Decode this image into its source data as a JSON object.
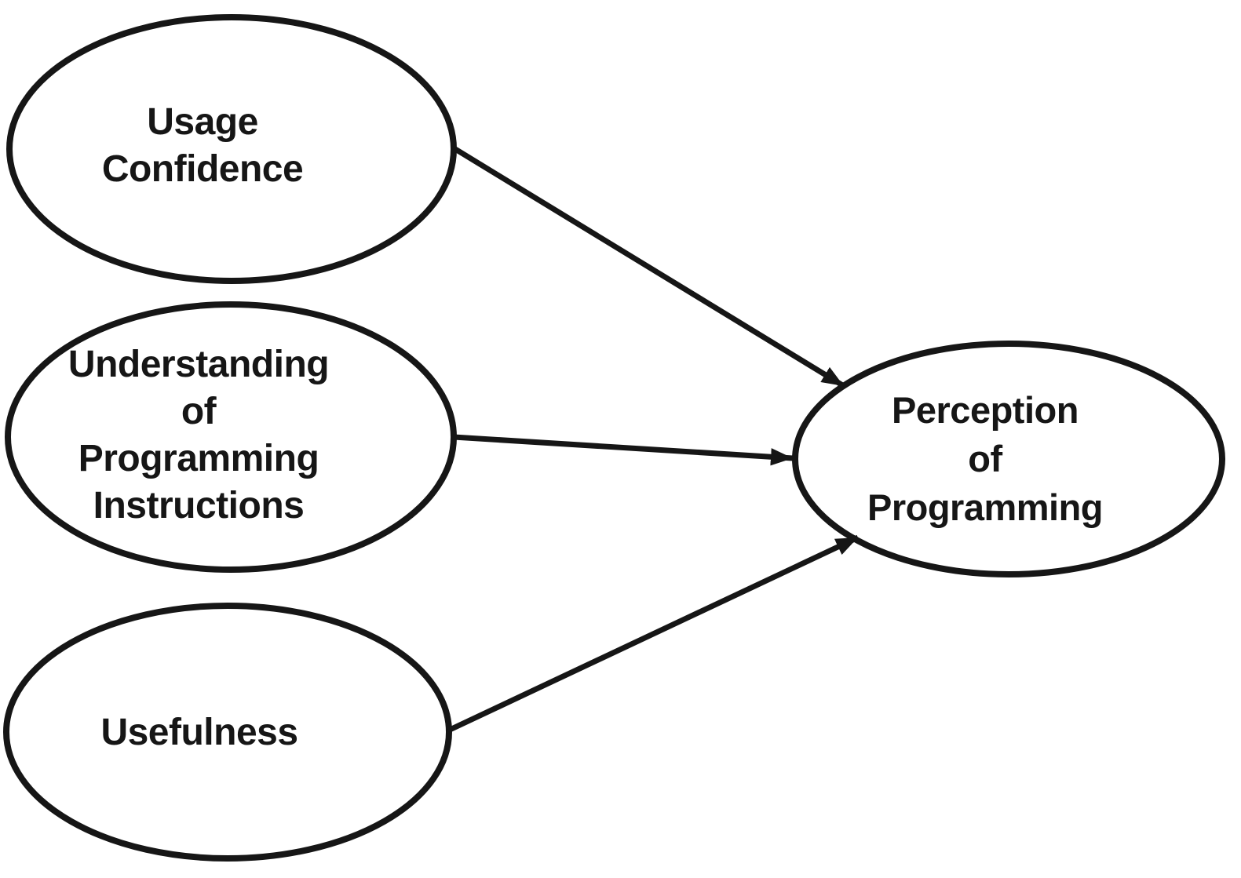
{
  "diagram": {
    "type": "concept-model",
    "background_color": "#ffffff",
    "stroke_color": "#161616",
    "text_color": "#161616",
    "nodes": [
      {
        "id": "usage-confidence",
        "shape": "ellipse",
        "label": "Usage\nConfidence"
      },
      {
        "id": "understanding-of-programming-instructions",
        "shape": "ellipse",
        "label": "Understanding\nof\nProgramming\nInstructions"
      },
      {
        "id": "usefulness",
        "shape": "ellipse",
        "label": "Usefulness"
      },
      {
        "id": "perception-of-programming",
        "shape": "ellipse",
        "label": "Perception\nof\nProgramming"
      }
    ],
    "edges": [
      {
        "from": "usage-confidence",
        "to": "perception-of-programming",
        "style": "solid",
        "arrowhead": "filled-triangle"
      },
      {
        "from": "understanding-of-programming-instructions",
        "to": "perception-of-programming",
        "style": "solid",
        "arrowhead": "filled-triangle"
      },
      {
        "from": "usefulness",
        "to": "perception-of-programming",
        "style": "solid",
        "arrowhead": "filled-triangle"
      }
    ]
  }
}
